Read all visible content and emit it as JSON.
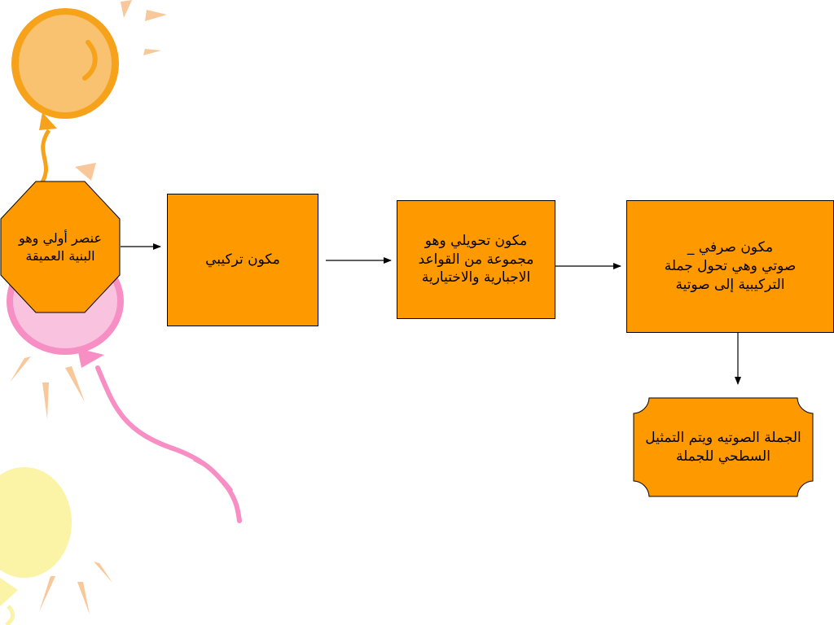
{
  "colors": {
    "node_fill": "#ff9900",
    "balloon_orange": "#f9c270",
    "balloon_orange_edge": "#f7a21b",
    "balloon_pink": "#f9c2de",
    "balloon_pink_edge": "#f78fc4",
    "balloon_yellow": "#fbf3a6",
    "ray": "#f9c89a"
  },
  "nodes": {
    "deep_structure": {
      "lines": [
        "عنصر أولي وهو",
        "البنية العميقة"
      ]
    },
    "syntactic": {
      "lines": [
        "مكون تركيبي"
      ]
    },
    "transformational": {
      "lines": [
        "مكون تحويلي وهو",
        "مجموعة من القواعد",
        "الاجبارية والاختيارية"
      ]
    },
    "morphophonemic": {
      "lines": [
        "مكون صرفي _",
        "صوتي  وهي تحول جملة",
        "التركيبية إلى صوتية"
      ]
    },
    "phonetic_sentence": {
      "lines": [
        "الجملة الصوتيه ويتم التمثيل",
        "السطحي للجملة"
      ]
    }
  },
  "decorations": [
    "balloon-icon",
    "balloon-icon",
    "balloon-icon",
    "sun-ray-icon"
  ]
}
